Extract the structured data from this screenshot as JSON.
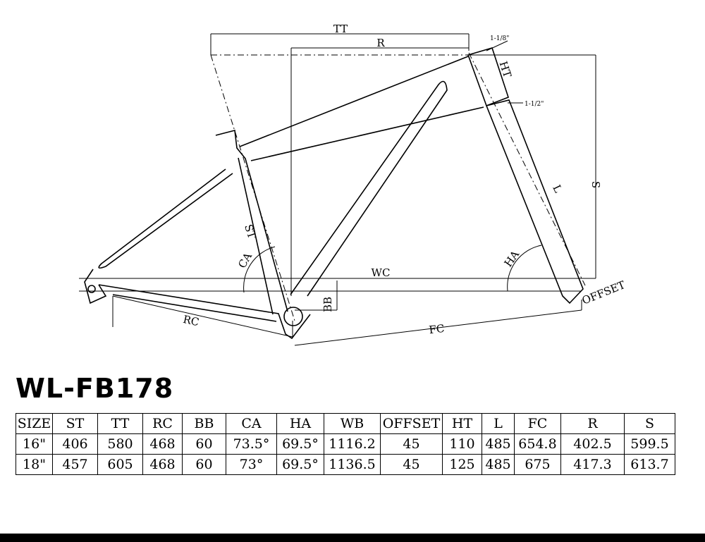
{
  "diagram": {
    "labels": {
      "tt": "TT",
      "r": "R",
      "ht": "HT",
      "s": "S",
      "l": "L",
      "st": "ST",
      "ca": "CA",
      "ha": "HA",
      "wc": "WC",
      "bb": "BB",
      "rc": "RC",
      "fc": "FC",
      "offset": "OFFSET",
      "headtube_top": "1-1/8\"",
      "headtube_bottom": "1-1/2\""
    }
  },
  "model": "WL-FB178",
  "table": {
    "headers": [
      "SIZE",
      "ST",
      "TT",
      "RC",
      "BB",
      "CA",
      "HA",
      "WB",
      "OFFSET",
      "HT",
      "L",
      "FC",
      "R",
      "S"
    ],
    "rows": [
      [
        "16\"",
        "406",
        "580",
        "468",
        "60",
        "73.5°",
        "69.5°",
        "1116.2",
        "45",
        "110",
        "485",
        "654.8",
        "402.5",
        "599.5"
      ],
      [
        "18\"",
        "457",
        "605",
        "468",
        "60",
        "73°",
        "69.5°",
        "1136.5",
        "45",
        "125",
        "485",
        "675",
        "417.3",
        "613.7"
      ]
    ]
  }
}
